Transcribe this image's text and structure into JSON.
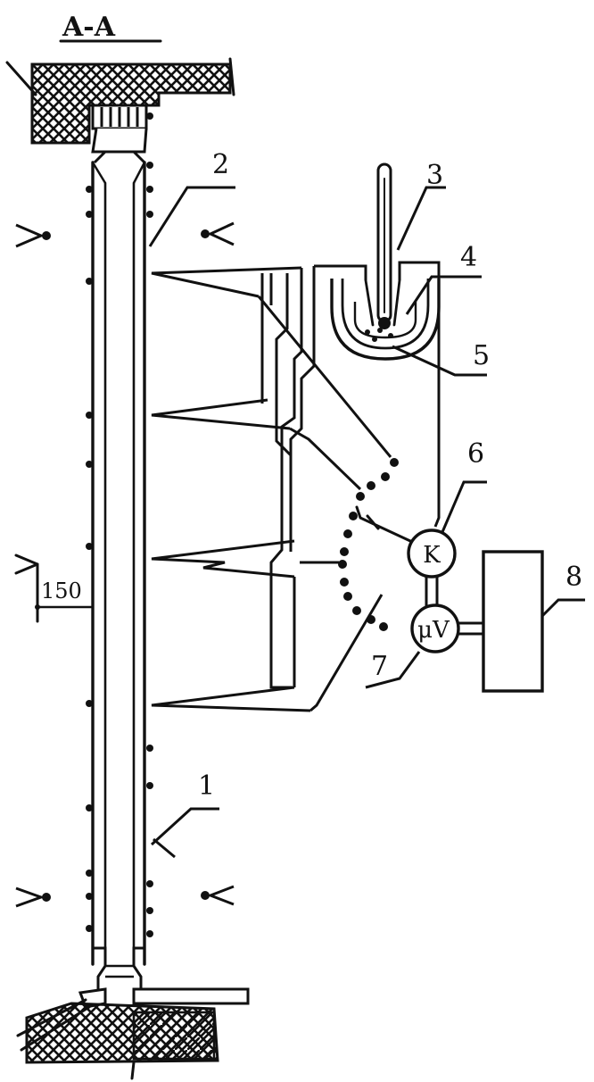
{
  "diagram": {
    "section_label": "A-A",
    "dimension": "150",
    "labels": [
      "1",
      "2",
      "3",
      "4",
      "5",
      "6",
      "7",
      "8"
    ],
    "switch_symbol": "K",
    "meter_symbol": "μV"
  }
}
